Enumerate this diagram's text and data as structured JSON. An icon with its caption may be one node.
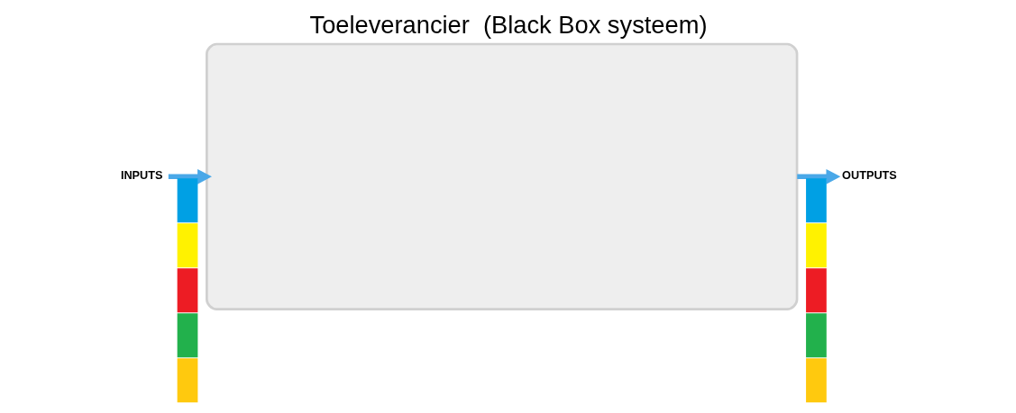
{
  "diagram": {
    "title": "Toeleverancier  (Black Box systeem)",
    "nodes": [
      {
        "text": [
          "INPUTS"
        ]
      },
      {
        "text": [],
        "shape": "bar"
      },
      {
        "text": [],
        "shape": "bar"
      },
      {
        "text": [],
        "shape": "bar"
      },
      {
        "text": [],
        "shape": "bar"
      },
      {
        "text": [],
        "shape": "bar"
      },
      {
        "text": [],
        "shape": "box"
      },
      {
        "text": [],
        "shape": "bar"
      },
      {
        "text": [],
        "shape": "bar"
      },
      {
        "text": [],
        "shape": "bar"
      },
      {
        "text": [],
        "shape": "bar"
      },
      {
        "text": [],
        "shape": "bar"
      },
      {
        "text": [
          "OUTPUTS"
        ]
      }
    ],
    "edges": [
      {
        "from": 0,
        "to": 6,
        "arrow": "to"
      },
      {
        "from": 6,
        "to": 12,
        "arrow": "to"
      }
    ]
  }
}
